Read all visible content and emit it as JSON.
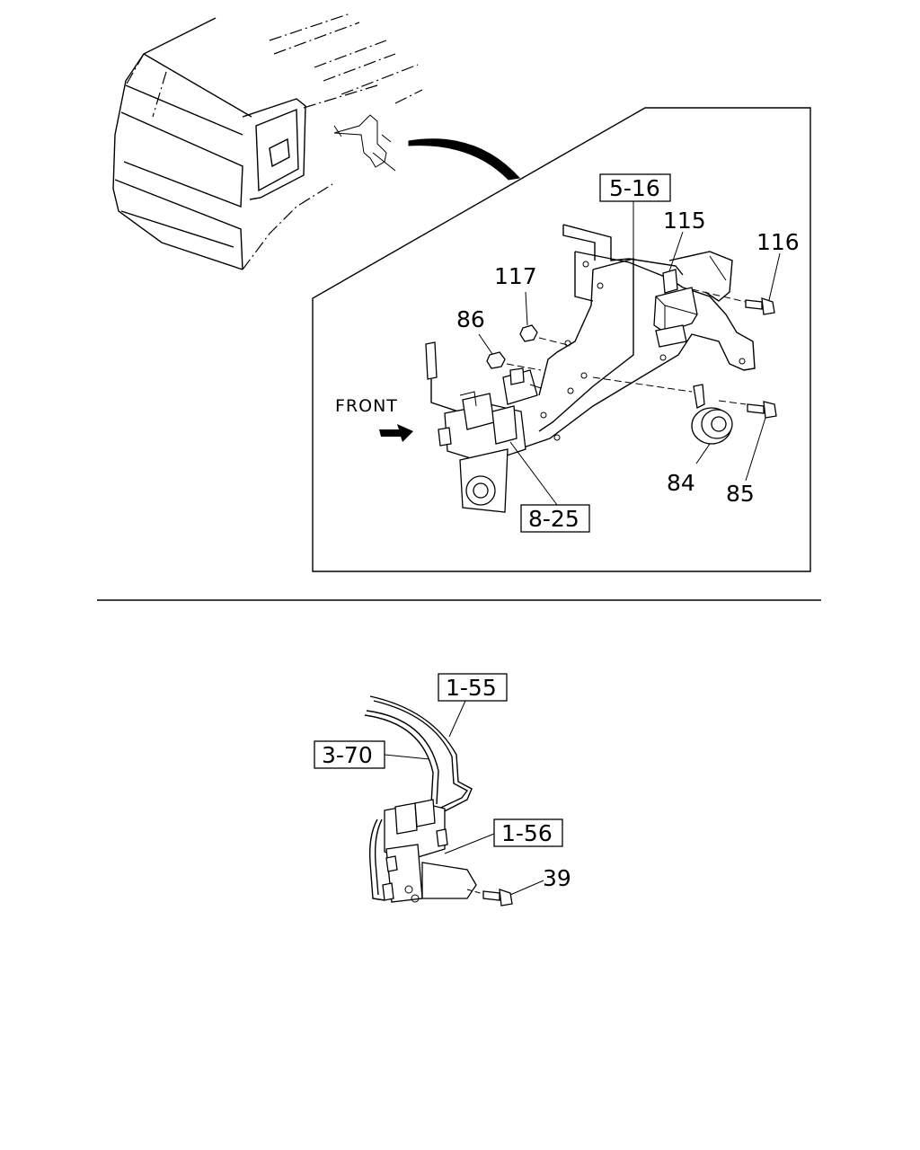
{
  "labels": {
    "p116": "116",
    "p115": "115",
    "p117": "117",
    "p86": "86",
    "p84": "84",
    "p85": "85",
    "p39": "39",
    "front": "FRONT"
  },
  "refs": {
    "r516": "5-16",
    "r825": "8-25",
    "r155": "1-55",
    "r370": "3-70",
    "r156": "1-56"
  }
}
